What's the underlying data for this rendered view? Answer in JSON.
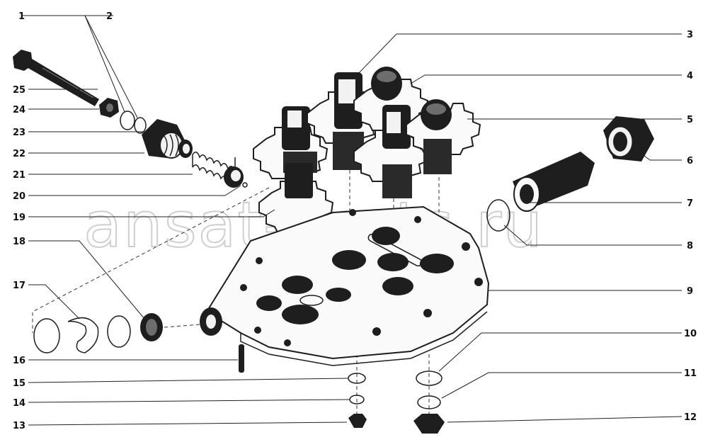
{
  "watermark": "ansat-parts.ru",
  "callouts": {
    "c1": "1",
    "c2": "2",
    "c3": "3",
    "c4": "4",
    "c5": "5",
    "c6": "6",
    "c7": "7",
    "c8": "8",
    "c9": "9",
    "c10": "10",
    "c11": "11",
    "c12": "12",
    "c13": "13",
    "c14": "14",
    "c15": "15",
    "c16": "16",
    "c17": "17",
    "c18": "18",
    "c19": "19",
    "c20": "20",
    "c21": "21",
    "c22": "22",
    "c23": "23",
    "c24": "24",
    "c25": "25"
  }
}
